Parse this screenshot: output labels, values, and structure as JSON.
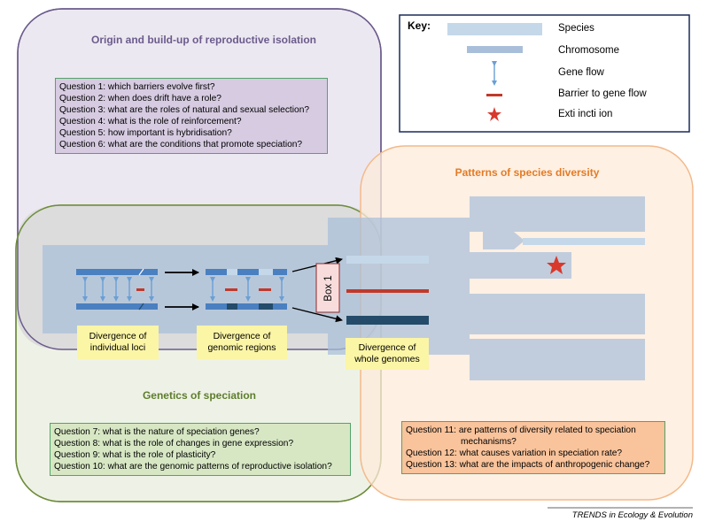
{
  "regions": {
    "origin": {
      "title": "Origin and build-up of reproductive isolation"
    },
    "genetics": {
      "title": "Genetics of speciation"
    },
    "patterns": {
      "title": "Patterns of species diversity"
    }
  },
  "questions": {
    "origin": [
      "Question 1: which barriers evolve first?",
      "Question 2: when does drift have a role?",
      "Question 3: what  are the roles of natural and sexual selection?",
      "Question 4: what is the role of reinforcement?",
      "Question 5: how important is hybridisation?",
      "Question 6: what are the conditions that promote speciation?"
    ],
    "genetics": [
      "Question 7: what is the nature of speciation genes?",
      "Question 8: what is the role of changes in gene expression?",
      "Question 9: what is the role of plasticity?",
      "Question 10: what are the genomic patterns of reproductive isolation?"
    ],
    "patterns": [
      "Question 11: are patterns of diversity related to speciation",
      "mechanisms?",
      "Question 12: what causes variation in speciation rate?",
      "Question 13: what are the impacts of anthropogenic change?"
    ]
  },
  "labels": {
    "loci": "Divergence of individual loci",
    "regions": "Divergence of genomic regions",
    "genomes": "Divergence of whole genomes",
    "box": "Box 1"
  },
  "key": {
    "title": "Key:",
    "species": "Species",
    "chromosome": "Chromosome",
    "gene_flow": "Gene flow",
    "barrier": "Barrier to gene flow",
    "extinction": "Exti incti ion"
  },
  "footer": "TRENDS in Ecology & Evolution",
  "colors": {
    "origin_fill": "#ece8f1",
    "origin_border": "#6b5b8c",
    "origin_title": "#6b5b8c",
    "genetics_fill": "#eef2e6",
    "genetics_border": "#6e8d3c",
    "genetics_title": "#5e7d2c",
    "patterns_fill": "#fdebd9",
    "patterns_border": "#f3b98a",
    "patterns_title": "#e37b25",
    "species_band": "#a9bfd9",
    "chromosome": "#4a80c0",
    "chromosome_light": "#c5d8ea",
    "barrier": "#c0392b",
    "dark_chromosome": "#244c6a",
    "arrow": "#6a9fd4",
    "label_yellow": "#fbf5a6"
  }
}
